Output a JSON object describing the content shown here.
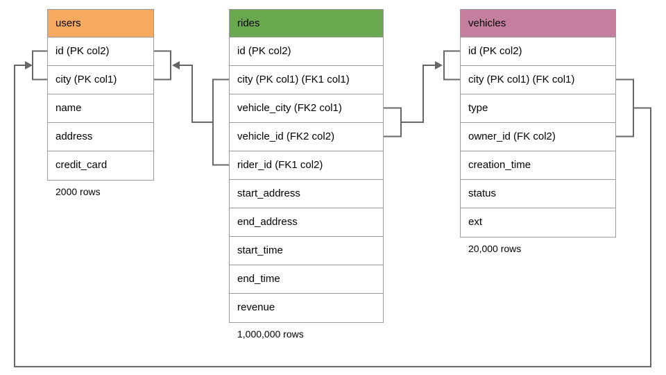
{
  "diagram": {
    "title": "database schema diagram",
    "line_color": "#666666",
    "border_color": "#9a9a9a",
    "tables": [
      {
        "name": "users",
        "header_color": "#F6AA5F",
        "columns": [
          "id (PK col2)",
          "city (PK col1)",
          "name",
          "address",
          "credit_card"
        ],
        "row_count_label": "2000 rows"
      },
      {
        "name": "rides",
        "header_color": "#6AA84F",
        "columns": [
          "id (PK col2)",
          "city (PK col1) (FK1 col1)",
          "vehicle_city (FK2 col1)",
          "vehicle_id (FK2 col2)",
          "rider_id (FK1 col2)",
          "start_address",
          "end_address",
          "start_time",
          "end_time",
          "revenue"
        ],
        "row_count_label": "1,000,000 rows"
      },
      {
        "name": "vehicles",
        "header_color": "#C47F9F",
        "columns": [
          "id (PK col2)",
          "city (PK col1) (FK col1)",
          "type",
          "owner_id (FK col2)",
          "creation_time",
          "status",
          "ext"
        ],
        "row_count_label": "20,000 rows"
      }
    ],
    "relationships": [
      {
        "from": "rides (city FK1 col1, rider_id FK1 col2)",
        "to": "users (city PK col1, id PK col2)"
      },
      {
        "from": "rides (vehicle_city FK2 col1, vehicle_id FK2 col2)",
        "to": "vehicles (city PK col1, id PK col2)"
      },
      {
        "from": "vehicles (city FK col1, owner_id FK col2)",
        "to": "users (city PK col1, id PK col2)"
      }
    ]
  }
}
